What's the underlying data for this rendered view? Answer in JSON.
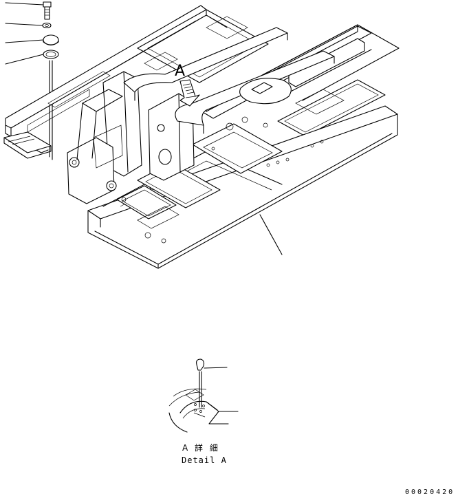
{
  "view_marker": "A",
  "detail_caption_jp": "A 詳 細",
  "detail_caption_en": "Detail A",
  "drawing_code": "00020420",
  "icons": [
    "bolt-icon",
    "washer-icon",
    "cover-plate-icon",
    "gasket-icon",
    "view-arrow-icon"
  ]
}
